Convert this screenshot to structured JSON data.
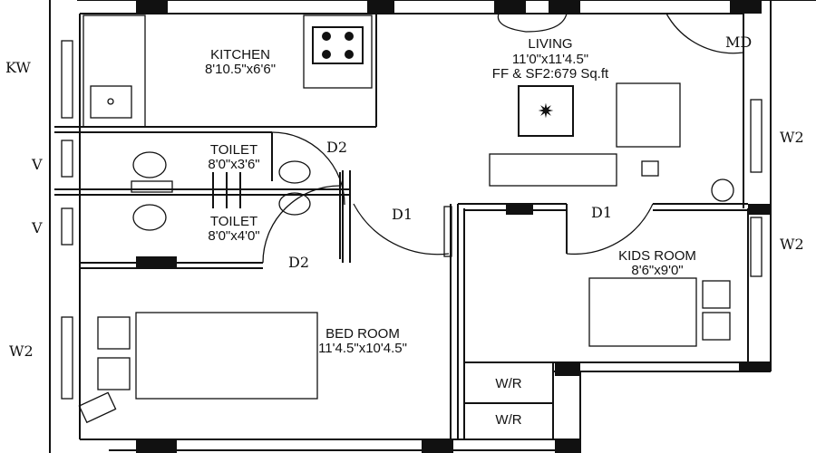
{
  "rooms": {
    "kitchen": {
      "name": "KITCHEN",
      "size": "8'10.5\"x6'6\""
    },
    "living": {
      "name": "LIVING",
      "size": "11'0\"x11'4.5\"",
      "area": "FF & SF2:679 Sq.ft"
    },
    "toilet1": {
      "name": "TOILET",
      "size": "8'0\"x3'6\""
    },
    "toilet2": {
      "name": "TOILET",
      "size": "8'0\"x4'0\""
    },
    "bedroom": {
      "name": "BED ROOM",
      "size": "11'4.5\"x10'4.5\""
    },
    "kids": {
      "name": "KIDS ROOM",
      "size": "8'6\"x9'0\""
    },
    "wardrobe1": "W/R",
    "wardrobe2": "W/R"
  },
  "openings": {
    "kw": "KW",
    "v1": "V",
    "v2": "V",
    "w2_left": "W2",
    "w2_right_top": "W2",
    "w2_right_bottom": "W2",
    "md": "MD",
    "d2_top": "D2",
    "d2_bottom": "D2",
    "d1_left": "D1",
    "d1_right": "D1"
  }
}
